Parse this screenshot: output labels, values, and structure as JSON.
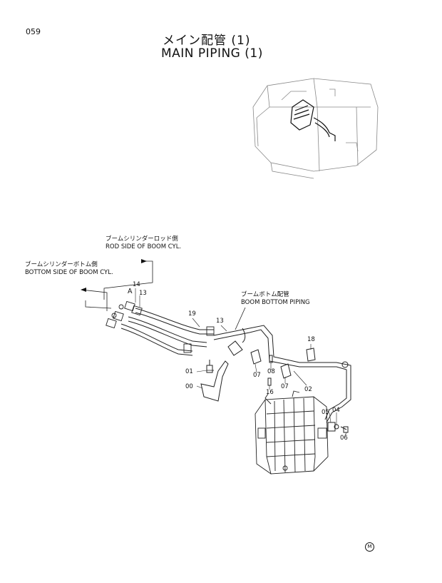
{
  "page_number": "059",
  "title": {
    "jp": "メイン配管 (1)",
    "en": "MAIN PIPING (1)"
  },
  "callouts": {
    "rod_side": {
      "jp": "ブームシリンダーロッド側",
      "en": "ROD SIDE OF BOOM CYL."
    },
    "bottom_side": {
      "jp": "ブームシリンダーボトム側",
      "en": "BOTTOM SIDE OF BOOM CYL."
    },
    "boom_bottom_piping": {
      "jp": "ブームボトム配管",
      "en": "BOOM BOTTOM PIPING"
    },
    "view_a": "A"
  },
  "part_numbers": [
    "14",
    "13",
    "19",
    "13",
    "18",
    "01",
    "00",
    "07",
    "08",
    "07",
    "02",
    "16",
    "05",
    "04",
    "06"
  ],
  "corner_mark": "M"
}
